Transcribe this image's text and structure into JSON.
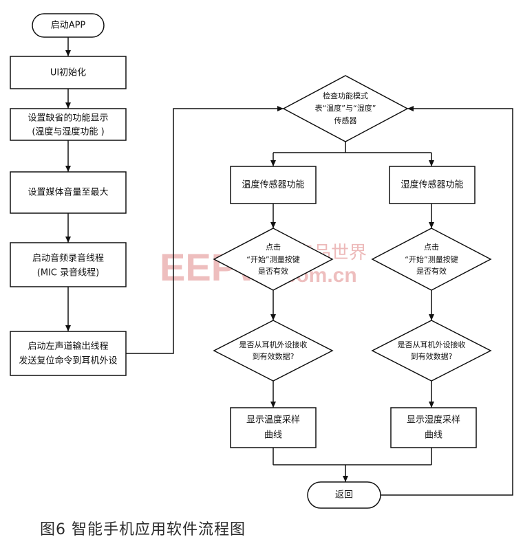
{
  "caption": "图6 智能手机应用软件流程图",
  "watermark": {
    "logo": "EEPW",
    "text_cn": "电子产品世界",
    "text_url": ".com.cn"
  },
  "left_flow": {
    "start": "启动APP",
    "ui_init": "UI初始化",
    "default_display_1": "设置缺省的功能显示",
    "default_display_2": "(温度与湿度功能 )",
    "media_volume": "设置媒体音量至最大",
    "record_thread_1": "启动音频录音线程",
    "record_thread_2": "(MIC 录音线程)",
    "output_thread_1": "启动左声道输出线程",
    "output_thread_2": "发送复位命令到耳机外设"
  },
  "right_flow": {
    "check_mode_1": "检查功能模式",
    "check_mode_2": "表“温度”与“湿度”",
    "check_mode_3": "传感器",
    "temp_function": "温度传感器功能",
    "humi_function": "湿度传感器功能",
    "click_1": "点击",
    "click_2": "“开始”测量按键",
    "click_3": "是否有效",
    "recv_1": "是否从耳机外设接收",
    "recv_2": "到有效数据?",
    "temp_curve_1": "显示温度采样",
    "temp_curve_2": "曲线",
    "humi_curve_1": "显示湿度采样",
    "humi_curve_2": "曲线",
    "return": "返回"
  }
}
